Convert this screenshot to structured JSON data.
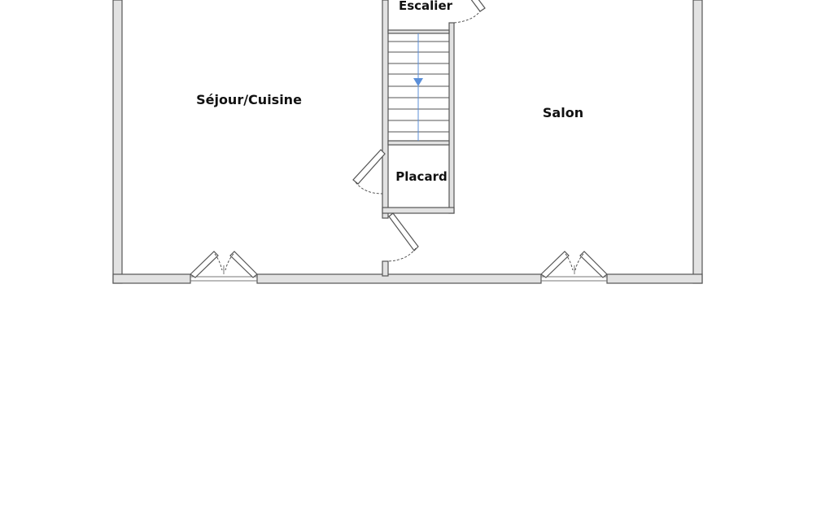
{
  "rooms": {
    "sejour": "Séjour/Cuisine",
    "salon": "Salon",
    "escalier": "Escalier",
    "placard": "Placard"
  },
  "colors": {
    "wall_fill": "#e2e2e2",
    "wall_stroke": "#555555",
    "stair_arrow": "#5b8fd9"
  },
  "icons": {
    "stair_direction": "arrow-down-icon"
  }
}
